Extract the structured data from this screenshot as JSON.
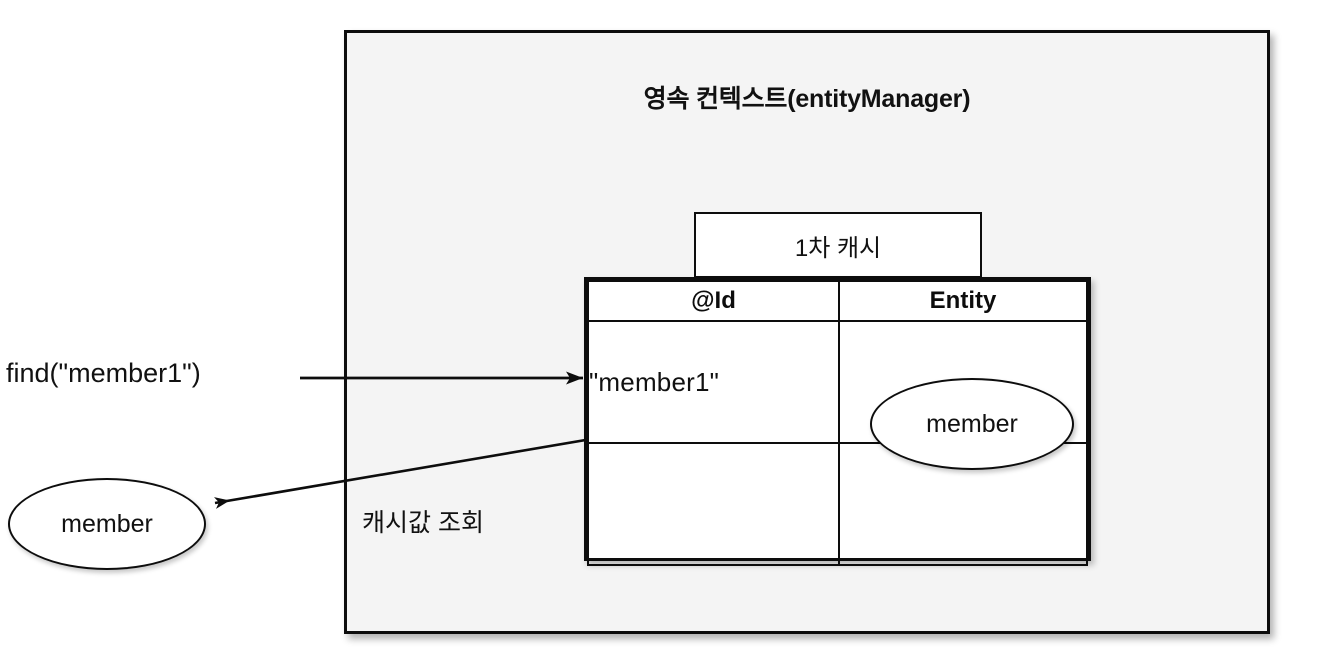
{
  "diagram": {
    "title": "영속 컨텍스트(entityManager)",
    "container_label": "영속 컨텍스트(entityManager)",
    "cache_cap_label": "1차 캐시",
    "table": {
      "headers": [
        "@Id",
        "Entity"
      ],
      "rows": [
        {
          "id": "\"member1\"",
          "entity": "member"
        },
        {
          "id": "",
          "entity": ""
        }
      ]
    },
    "labels": {
      "find_call": "find(\"member1\")",
      "cache_lookup": "캐시값 조회",
      "result_entity": "member"
    },
    "colors": {
      "container_fill": "#f4f4f4",
      "stroke": "#0d0d0d",
      "table_fill": "#ffffff",
      "page_background": "#ffffff"
    },
    "icons": {
      "find_arrow": "arrow-right-icon",
      "return_arrow": "arrow-left-diagonal-icon"
    }
  }
}
